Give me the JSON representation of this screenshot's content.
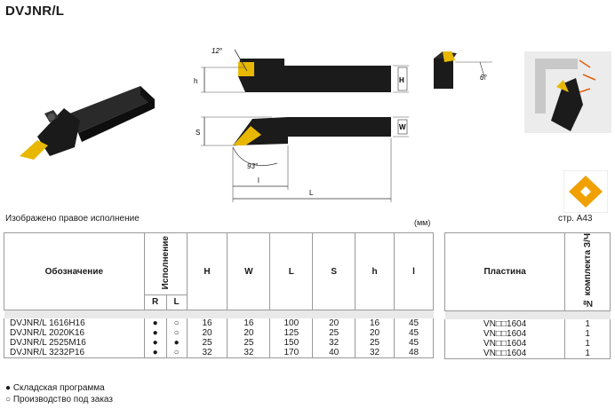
{
  "title": "DVJNR/L",
  "caption": "Изображено правое исполнение",
  "units": "(мм)",
  "page_ref": "стр. А43",
  "dims": {
    "angle_top": "12°",
    "h": "h",
    "H": "H",
    "S": "S",
    "W": "W",
    "angle_side": "93°",
    "l": "l",
    "L": "L",
    "angle_end": "6°"
  },
  "table": {
    "headers": {
      "designation": "Обозначение",
      "version": "Исполнение",
      "R": "R",
      "L": "L",
      "H": "H",
      "W": "W",
      "Lc": "L",
      "S": "S",
      "h": "h",
      "l": "l"
    },
    "rows": [
      {
        "designation": "DVJNR/L 1616H16",
        "R": "●",
        "L": "○",
        "H": "16",
        "W": "16",
        "Lc": "100",
        "S": "20",
        "h": "16",
        "l": "45"
      },
      {
        "designation": "DVJNR/L 2020K16",
        "R": "●",
        "L": "○",
        "H": "20",
        "W": "20",
        "Lc": "125",
        "S": "25",
        "h": "20",
        "l": "45"
      },
      {
        "designation": "DVJNR/L 2525M16",
        "R": "●",
        "L": "●",
        "H": "25",
        "W": "25",
        "Lc": "150",
        "S": "32",
        "h": "25",
        "l": "45"
      },
      {
        "designation": "DVJNR/L 3232P16",
        "R": "●",
        "L": "○",
        "H": "32",
        "W": "32",
        "Lc": "170",
        "S": "40",
        "h": "32",
        "l": "48"
      }
    ]
  },
  "insert_table": {
    "headers": {
      "insert": "Пластина",
      "kit": "№ комплекта З/Ч"
    },
    "rows": [
      {
        "insert": "VN□□1604",
        "kit": "1"
      },
      {
        "insert": "VN□□1604",
        "kit": "1"
      },
      {
        "insert": "VN□□1604",
        "kit": "1"
      },
      {
        "insert": "VN□□1604",
        "kit": "1"
      }
    ]
  },
  "legend": [
    {
      "symbol": "●",
      "text": "Складская программа"
    },
    {
      "symbol": "○",
      "text": "Производство под заказ"
    }
  ],
  "colors": {
    "insert_gold": "#e8b800",
    "insert_orange": "#f0a000",
    "holder": "#1b1b1b"
  }
}
